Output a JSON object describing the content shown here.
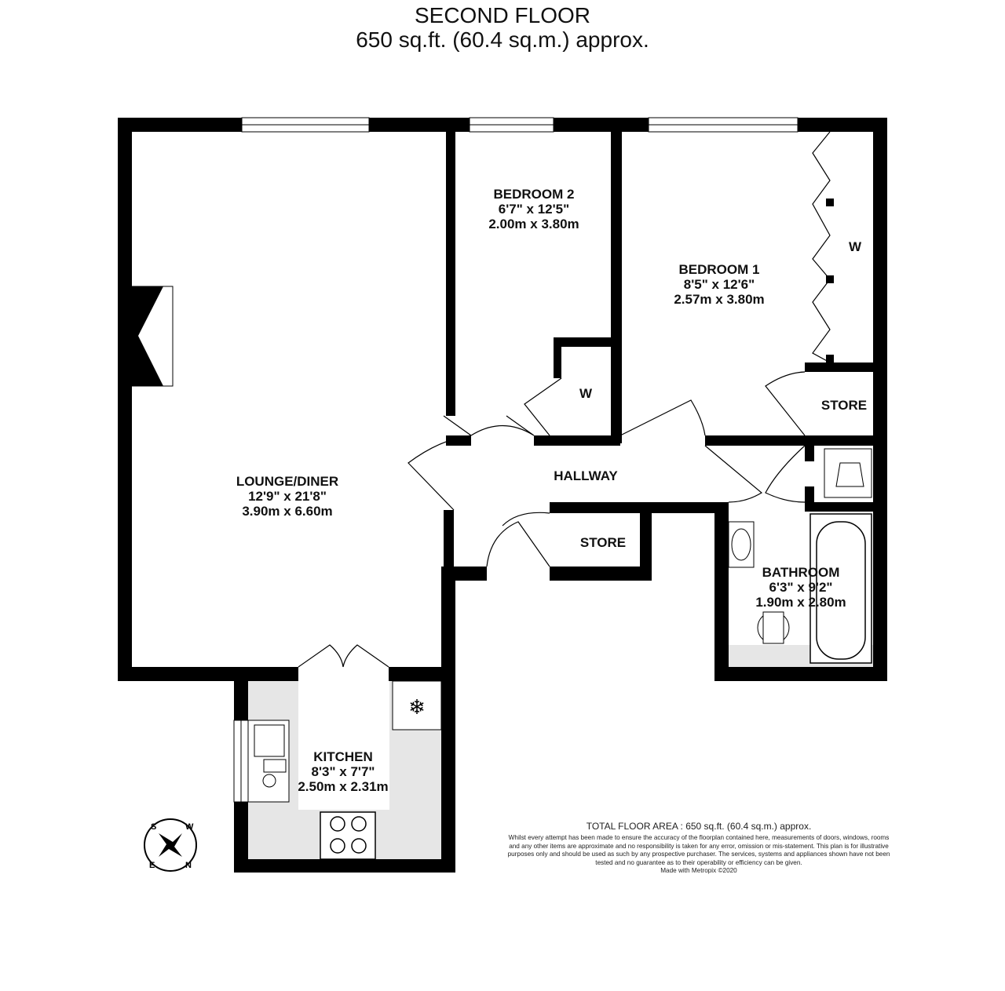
{
  "header": {
    "floor": "SECOND FLOOR",
    "area": "650 sq.ft. (60.4 sq.m.) approx."
  },
  "rooms": {
    "lounge": {
      "name": "LOUNGE/DINER",
      "imperial": "12'9\"  x 21'8\"",
      "metric": "3.90m  x 6.60m"
    },
    "bedroom2": {
      "name": "BEDROOM 2",
      "imperial": "6'7\"  x 12'5\"",
      "metric": "2.00m  x 3.80m"
    },
    "bedroom1": {
      "name": "BEDROOM 1",
      "imperial": "8'5\"  x 12'6\"",
      "metric": "2.57m  x 3.80m"
    },
    "kitchen": {
      "name": "KITCHEN",
      "imperial": "8'3\"  x 7'7\"",
      "metric": "2.50m  x 2.31m"
    },
    "bathroom": {
      "name": "BATHROOM",
      "imperial": "6'3\"  x 9'2\"",
      "metric": "1.90m  x 2.80m"
    },
    "hallway": {
      "name": "HALLWAY"
    },
    "store_bed1": {
      "name": "STORE"
    },
    "store_hall": {
      "name": "STORE"
    },
    "wardrobe_bed1": {
      "name": "W"
    },
    "wardrobe_bed2": {
      "name": "W"
    }
  },
  "compass": {
    "n": "N",
    "s": "S",
    "e": "E",
    "w": "W"
  },
  "footer": {
    "total": "TOTAL FLOOR AREA : 650 sq.ft. (60.4 sq.m.) approx.",
    "disclaimer": "Whilst every attempt has been made to ensure the accuracy of the floorplan contained here, measurements of doors, windows, rooms and any other items are approximate and no responsibility is taken for any error, omission or mis-statement. This plan is for illustrative purposes only and should be used as such by any prospective purchaser. The services, systems and appliances shown have not been tested and no guarantee as to their operability or efficiency can be given.",
    "credit": "Made with Metropix ©2020"
  },
  "colors": {
    "wall": "#000000",
    "floor_fill": "#e6e6e6",
    "background": "#ffffff"
  }
}
